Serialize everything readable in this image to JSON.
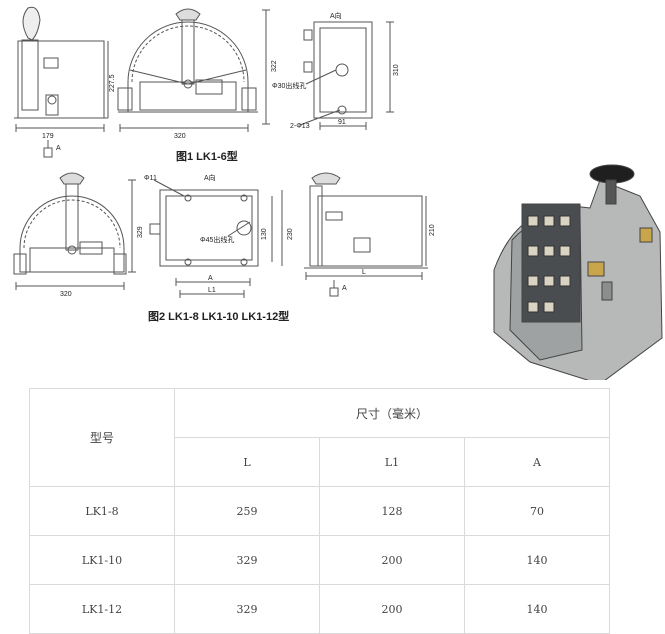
{
  "figures": {
    "fig1": {
      "caption": "图1  LK1-6型",
      "dims": {
        "d179": "179",
        "d320": "320",
        "d227": "227.5",
        "d322": "322",
        "d310": "310",
        "d91": "91"
      },
      "notes": {
        "a_dir": "A向",
        "hole": "Φ30出线孔",
        "bolt": "2-Φ13",
        "arrow": "A"
      }
    },
    "fig2": {
      "caption": "图2  LK1-8  LK1-10  LK1-12型",
      "dims": {
        "d320": "320",
        "d329": "329",
        "d130": "130",
        "d230": "230",
        "d210": "210",
        "L": "L",
        "L1": "L1",
        "A": "A"
      },
      "notes": {
        "a_dir": "A向",
        "d11": "Φ11",
        "hole": "Φ45出线孔",
        "arrow": "A"
      }
    }
  },
  "table": {
    "model_header": "型号",
    "size_header": "尺寸（毫米）",
    "columns": [
      "L",
      "L1",
      "A"
    ],
    "rows": [
      {
        "model": "LK1-8",
        "values": [
          "259",
          "128",
          "70"
        ]
      },
      {
        "model": "LK1-10",
        "values": [
          "329",
          "200",
          "140"
        ]
      },
      {
        "model": "LK1-12",
        "values": [
          "329",
          "200",
          "140"
        ]
      }
    ]
  }
}
